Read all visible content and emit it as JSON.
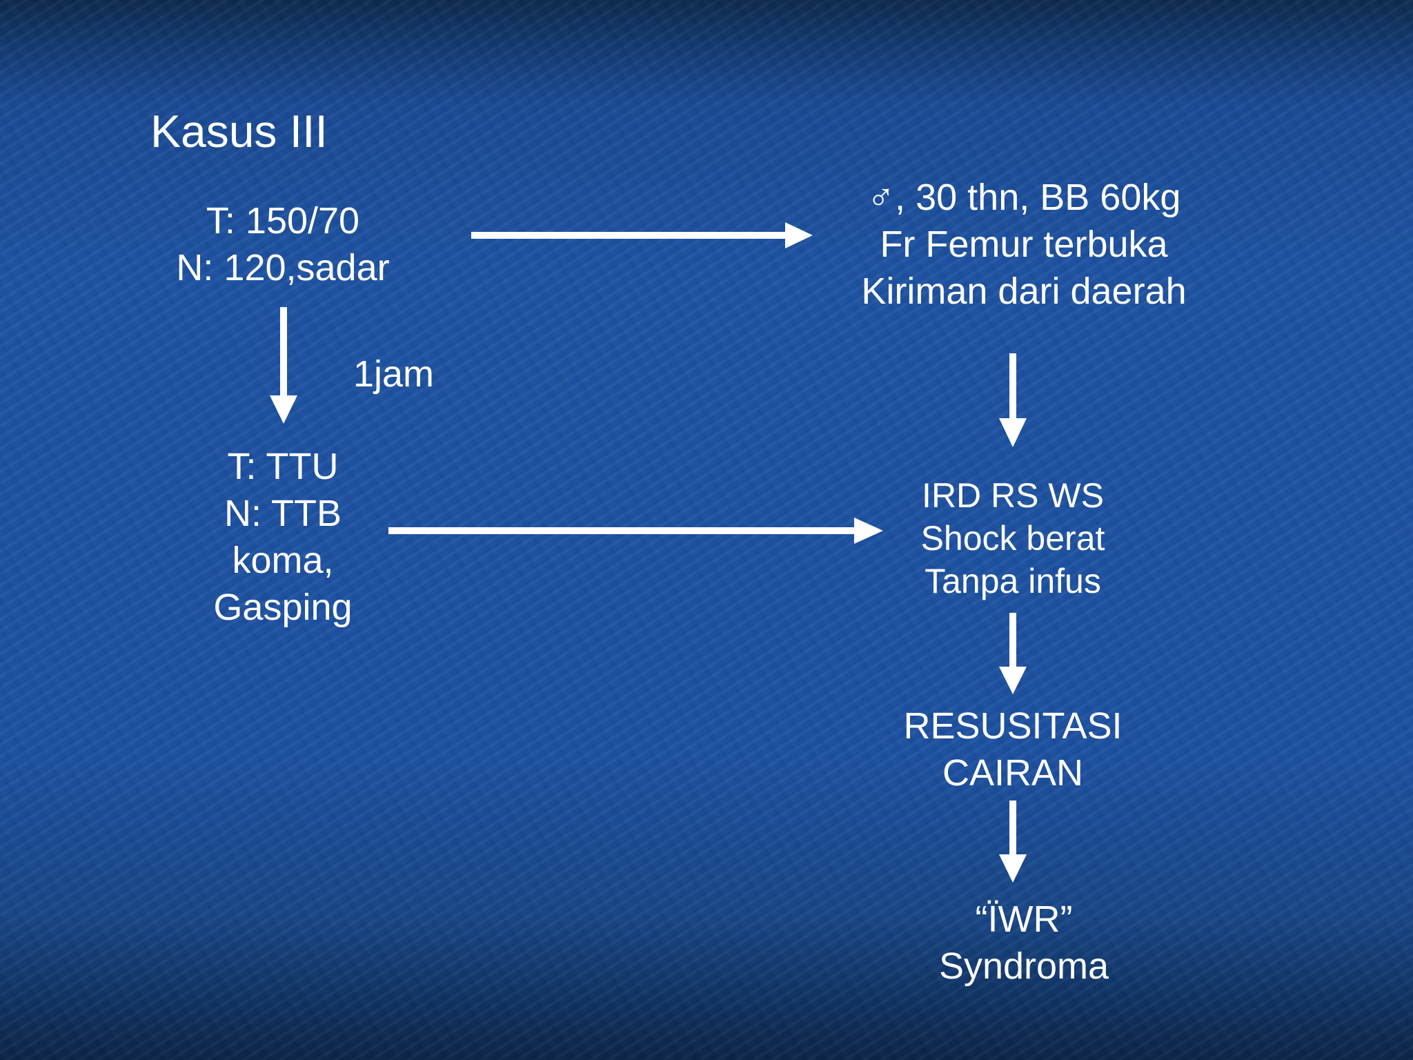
{
  "title": "Kasus III",
  "left": {
    "initial": [
      "T: 150/70",
      "N: 120,sadar"
    ],
    "time_label": "1jam",
    "later": [
      "T: TTU",
      "N: TTB",
      "koma,",
      "Gasping"
    ]
  },
  "right": {
    "patient": [
      "♂, 30 thn, BB 60kg",
      "Fr Femur terbuka",
      "Kiriman dari daerah"
    ],
    "ird": [
      "IRD RS WS",
      "Shock berat",
      "Tanpa infus"
    ],
    "resusitasi": [
      "RESUSITASI",
      "CAIRAN"
    ],
    "syndrome": [
      "“ÏWR”",
      "Syndroma"
    ]
  },
  "colors": {
    "text": "#ffffff",
    "arrow": "#ffffff",
    "background": "#1d52a2"
  }
}
